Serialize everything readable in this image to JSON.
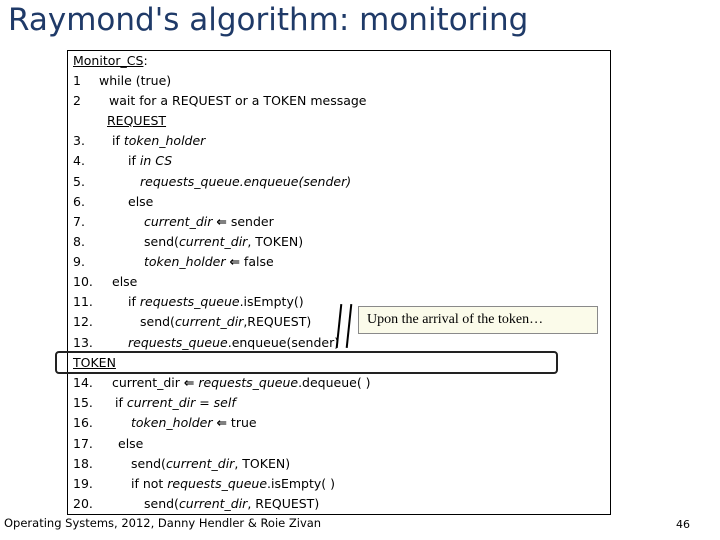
{
  "title": "Raymond's algorithm: monitoring",
  "code": {
    "header": "Monitor_CS",
    "header_colon": ":",
    "l1_num": "1",
    "l1_text": "while (true)",
    "l2_num": "2",
    "l2_text": "wait for a REQUEST or a TOKEN message",
    "l2b_text": "REQUEST",
    "l3_num": "3.",
    "l3_kw": "if ",
    "l3_var": "token_holder",
    "l4_num": "4.",
    "l4_kw": "if ",
    "l4_var": "in CS",
    "l5_num": "5.",
    "l5_a": "requests_queue",
    "l5_b": ".enqueue(sender)",
    "l6_num": "6.",
    "l6_text": "else",
    "l7_num": "7.",
    "l7_var": "current_dir",
    "l7_rest": "sender",
    "l8_num": "8.",
    "l8_a": "send(",
    "l8_var": "current_dir",
    "l8_b": ", TOKEN)",
    "l9_num": "9.",
    "l9_var": "token_holder",
    "l9_rest": "false",
    "l10_num": "10.",
    "l10_text": "else",
    "l11_num": "11.",
    "l11_kw": "if ",
    "l11_var": "requests_queue",
    "l11_rest": ".isEmpty()",
    "l12_num": "12.",
    "l12_a": "send(",
    "l12_var": "current_dir",
    "l12_b": ",REQUEST)",
    "l13_num": "13.",
    "l13_var": "requests_queue",
    "l13_rest": ".enqueue(sender)",
    "token_label": "TOKEN",
    "l14_num": "14.",
    "l14_var": "current_dir",
    "l14_var2": "requests_queue",
    "l14_rest": ".dequeue( )",
    "l15_num": "15.",
    "l15_kw": "if ",
    "l15_var": "current_dir = self",
    "l16_num": "16.",
    "l16_var": "token_holder",
    "l16_rest": "true",
    "l17_num": "17.",
    "l17_text": "else",
    "l18_num": "18.",
    "l18_a": "send(",
    "l18_var": "current_dir",
    "l18_b": ", TOKEN)",
    "l19_num": "19.",
    "l19_kw": "if not ",
    "l19_var": "requests_queue",
    "l19_rest": ".isEmpty( )",
    "l20_num": "20.",
    "l20_a": "send(",
    "l20_var": "current_dir",
    "l20_b": ", REQUEST)"
  },
  "arrow_glyph": "⇐",
  "callout": "Upon the arrival of the token…",
  "footer": "Operating Systems, 2012, Danny Hendler & Roie Zivan",
  "page_number": "46"
}
